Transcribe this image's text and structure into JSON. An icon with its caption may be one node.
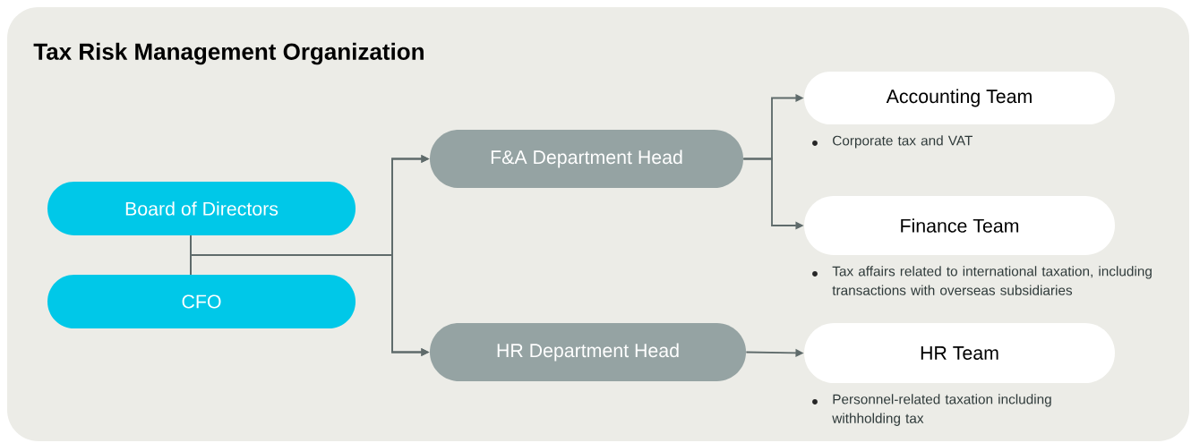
{
  "diagram": {
    "title": "Tax Risk Management Organization",
    "nodes": [
      {
        "text": [
          "Board of Directors"
        ]
      },
      {
        "text": [
          "CFO"
        ]
      },
      {
        "text": [
          "F&A Department Head"
        ]
      },
      {
        "text": [
          "HR Department Head"
        ]
      },
      {
        "text": [
          "Accounting Team"
        ],
        "beside": [
          "Corporate tax and VAT"
        ]
      },
      {
        "text": [
          "Finance Team"
        ],
        "beside": [
          "Tax affairs related to international taxation, including transactions with overseas subsidiaries"
        ]
      },
      {
        "text": [
          "HR Team"
        ],
        "beside": [
          "Personnel-related taxation including withholding tax"
        ]
      }
    ],
    "edges": [
      {
        "from": 0,
        "to": 1,
        "arrow": "none"
      },
      {
        "from": 0,
        "to": 2,
        "arrow": "to"
      },
      {
        "from": 1,
        "to": 2,
        "arrow": "to"
      },
      {
        "from": 0,
        "to": 3,
        "arrow": "to"
      },
      {
        "from": 1,
        "to": 3,
        "arrow": "to"
      },
      {
        "from": 2,
        "to": 4,
        "arrow": "to"
      },
      {
        "from": 2,
        "to": 5,
        "arrow": "to"
      },
      {
        "from": 3,
        "to": 6,
        "arrow": "to"
      }
    ]
  }
}
